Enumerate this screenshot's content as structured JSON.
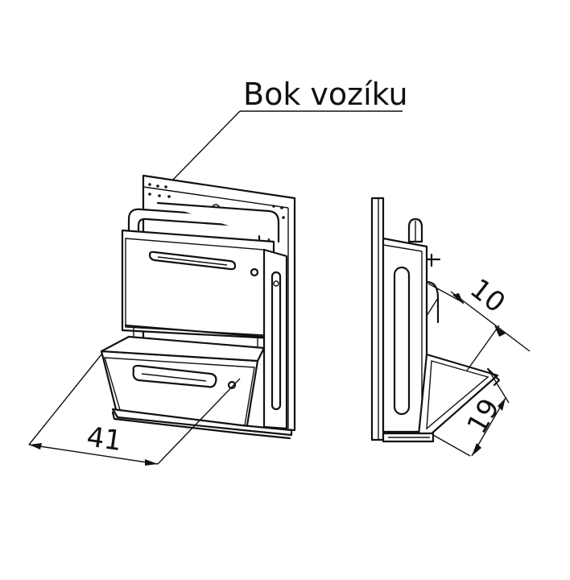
{
  "callout": {
    "text": "Bok vozíku"
  },
  "dimensions": {
    "width": "41",
    "depth_top": "10",
    "depth_bottom": "19"
  },
  "colors": {
    "line": "#111111",
    "background": "#ffffff"
  }
}
